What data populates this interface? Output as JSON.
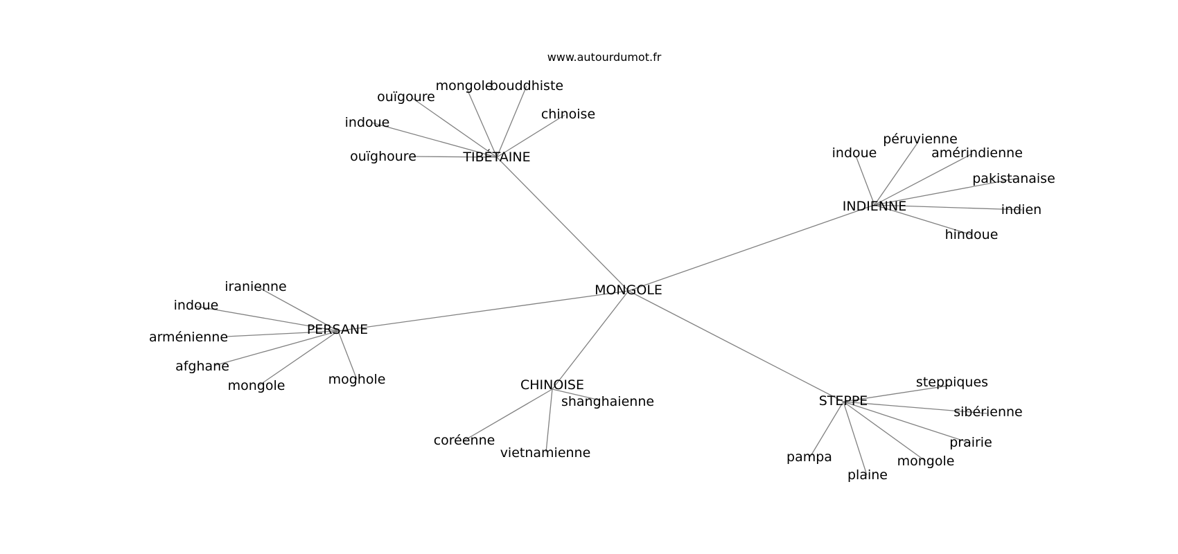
{
  "source": "www.autourdumot.fr",
  "center": "MONGOLE",
  "groups": [
    {
      "label": "TIBÉTAINE",
      "words": [
        "ouïgoure",
        "mongole",
        "bouddhiste",
        "chinoise",
        "indoue",
        "ouïghoure"
      ]
    },
    {
      "label": "INDIENNE",
      "words": [
        "indoue",
        "péruvienne",
        "amérindienne",
        "pakistanaise",
        "indien",
        "hindoue"
      ]
    },
    {
      "label": "PERSANE",
      "words": [
        "iranienne",
        "indoue",
        "arménienne",
        "afghane",
        "mongole",
        "moghole"
      ]
    },
    {
      "label": "CHINOISE",
      "words": [
        "shanghaienne",
        "coréenne",
        "vietnamienne"
      ]
    },
    {
      "label": "STEPPE",
      "words": [
        "steppiques",
        "sibérienne",
        "prairie",
        "mongole",
        "plaine",
        "pampa"
      ]
    }
  ]
}
